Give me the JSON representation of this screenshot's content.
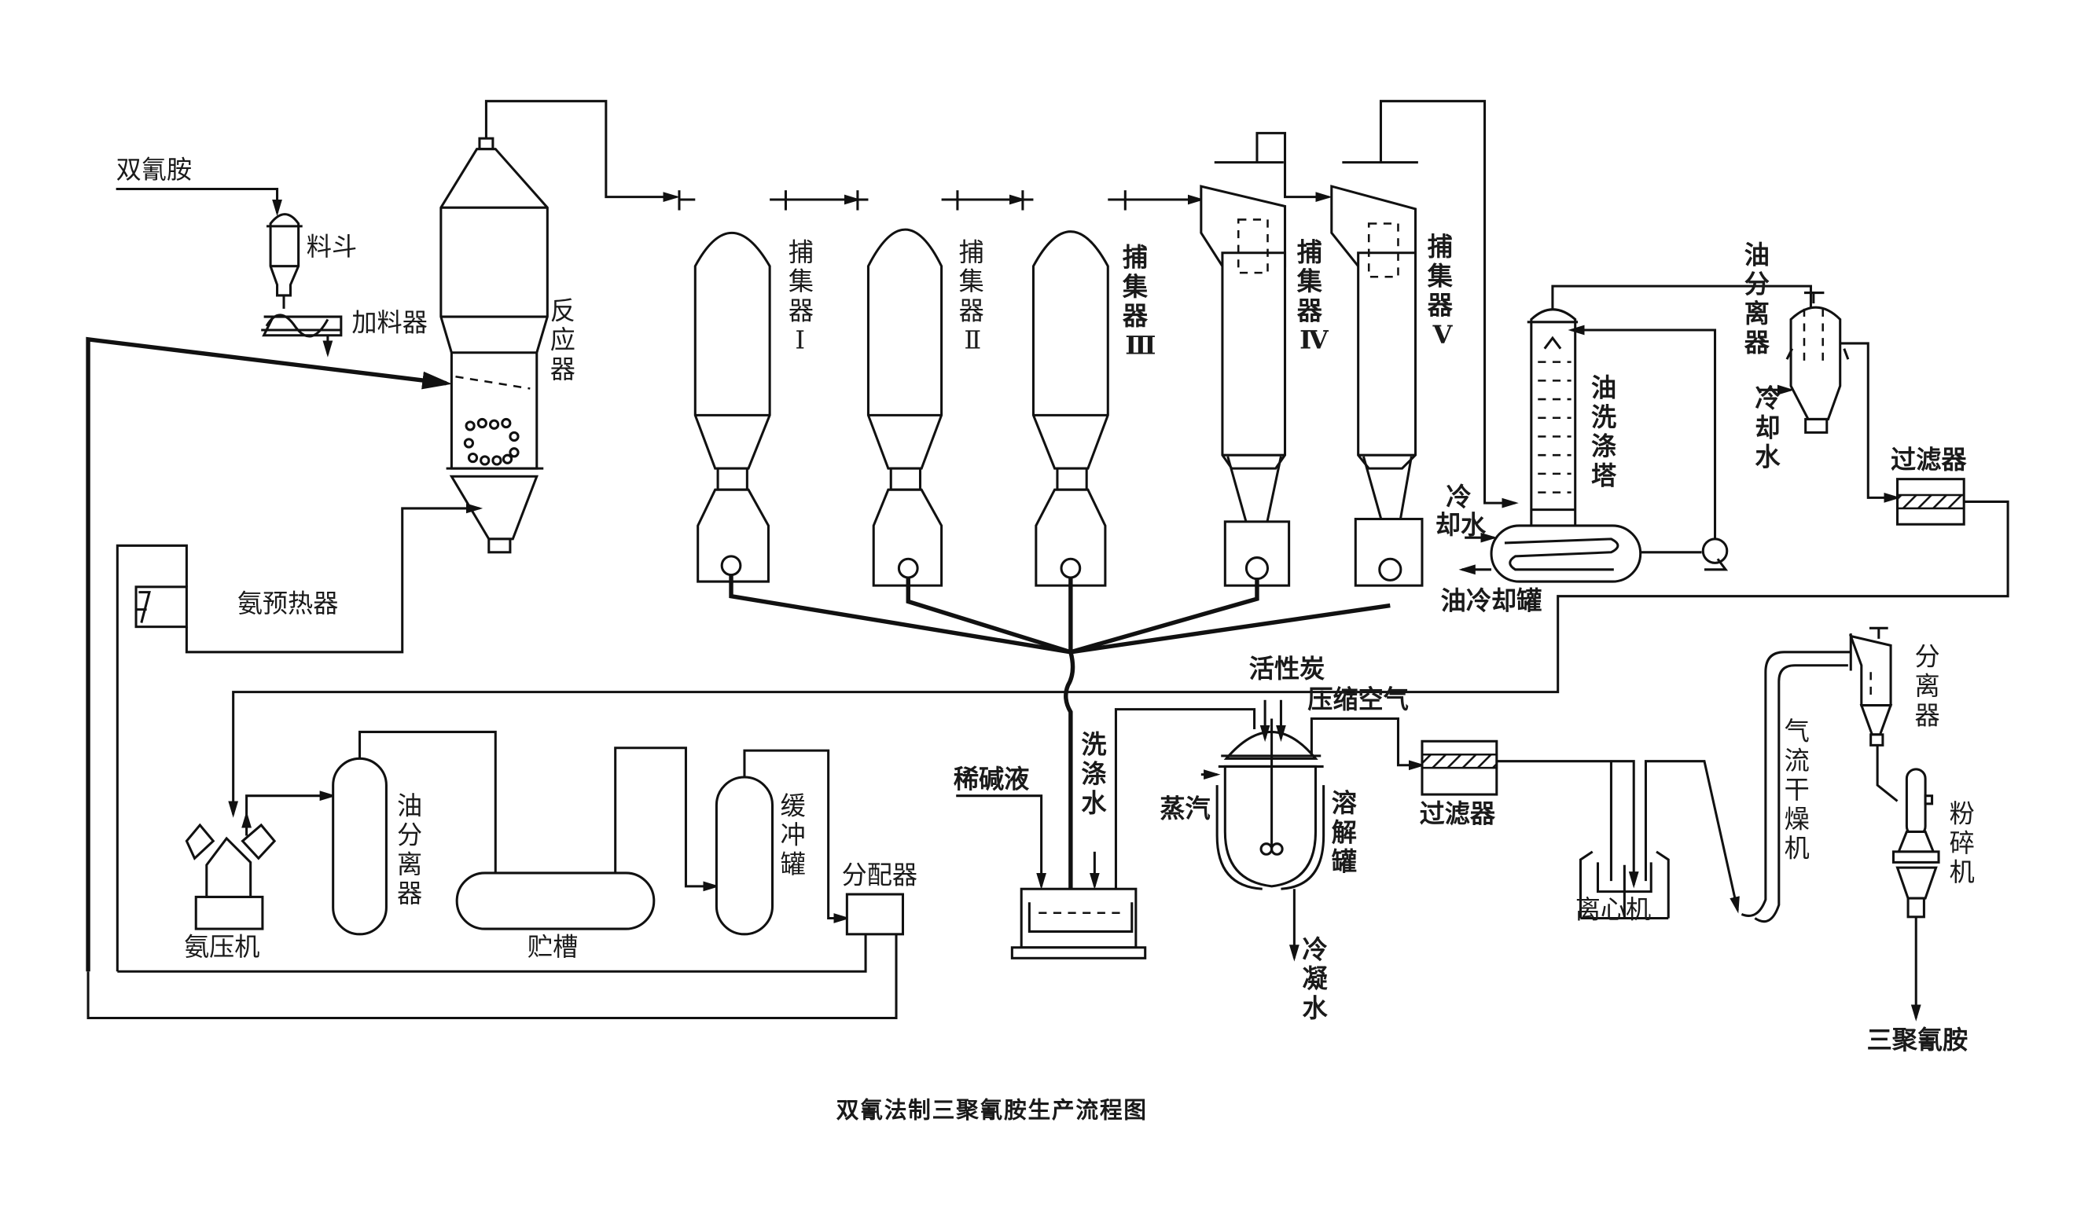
{
  "caption": "双氰法制三聚氰胺生产流程图",
  "labels": {
    "dicyandiamide_input": "双氰胺",
    "hopper": "料斗",
    "feeder": "加料器",
    "reactor": [
      "反",
      "应",
      "器"
    ],
    "collector_1": [
      "捕",
      "集",
      "器",
      "Ⅰ"
    ],
    "collector_2": [
      "捕",
      "集",
      "器",
      "Ⅱ"
    ],
    "collector_3": [
      "捕",
      "集",
      "器",
      "Ⅲ"
    ],
    "collector_4": [
      "捕",
      "集",
      "器",
      "Ⅳ"
    ],
    "collector_5": [
      "捕",
      "集",
      "器",
      "Ⅴ"
    ],
    "oil_wash_tower": [
      "油",
      "洗",
      "涤",
      "塔"
    ],
    "cooling_water_1": [
      "冷",
      "却水"
    ],
    "oil_cooling_tank": "油冷却罐",
    "oil_separator_top": [
      "油",
      "分",
      "离",
      "器"
    ],
    "cooling_water_2": [
      "冷",
      "却",
      "水"
    ],
    "filter_top": "过滤器",
    "ammonia_preheater": "氨预热器",
    "activated_carbon": "活性炭",
    "compressed_air": "压缩空气",
    "dilute_alkali": "稀碱液",
    "wash_water": [
      "洗",
      "涤",
      "水"
    ],
    "steam": "蒸汽",
    "dissolving_tank": [
      "溶",
      "解",
      "罐"
    ],
    "condensate": [
      "冷",
      "凝",
      "水"
    ],
    "filter_bottom": "过滤器",
    "centrifuge": "离心机",
    "flash_dryer": [
      "气",
      "流",
      "干",
      "燥",
      "机"
    ],
    "separator": [
      "分",
      "离",
      "器"
    ],
    "pulverizer": [
      "粉",
      "碎",
      "机"
    ],
    "melamine_output": "三聚氰胺",
    "ammonia_compressor": "氨压机",
    "oil_separator_bottom": [
      "油",
      "分",
      "离",
      "器"
    ],
    "storage_tank": "贮槽",
    "buffer_tank": [
      "缓",
      "冲",
      "罐"
    ],
    "distributor": "分配器"
  }
}
